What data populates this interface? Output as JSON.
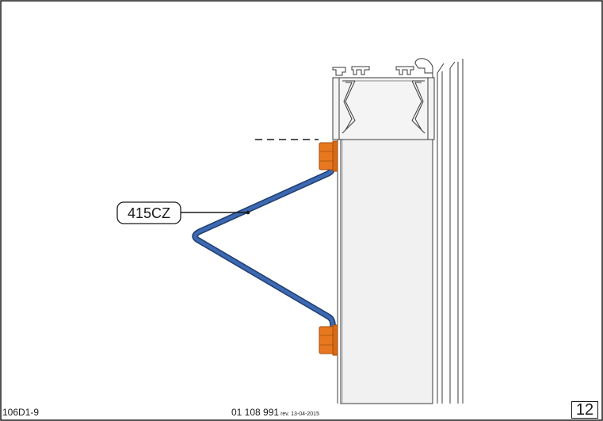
{
  "drawing": {
    "part_label": "415CZ",
    "colors": {
      "bracket": "#3d69b0",
      "bracket_dark": "#1f3d73",
      "nut": "#e8781f",
      "nut_dark": "#a04c10",
      "outline": "#3a3a3a",
      "profile_fill": "#f2f2f2"
    }
  },
  "footer": {
    "drawing_code": "106D1-9",
    "document_number": "01 108 991",
    "revision": "rev. 13-04-2015",
    "page_number": "12"
  }
}
